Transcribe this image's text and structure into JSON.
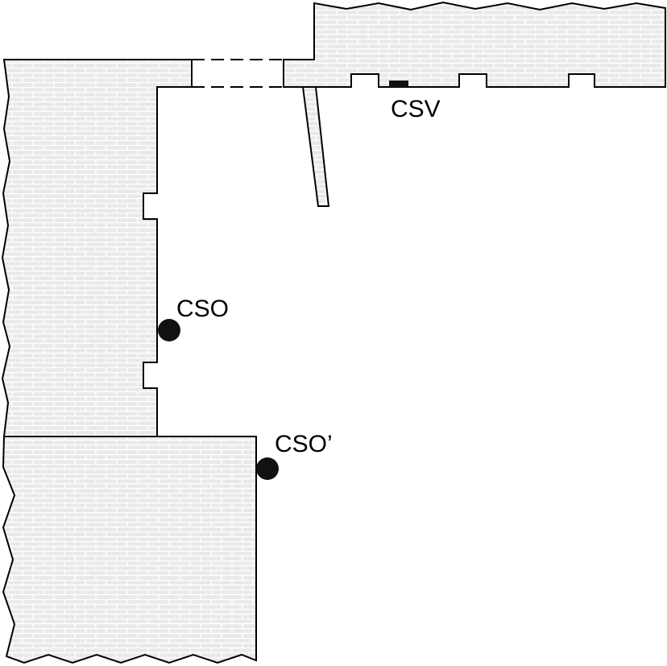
{
  "labels": {
    "csv": "CSV",
    "cso": "CSO",
    "cso_prime": "CSO’"
  },
  "colors": {
    "wall_fill": "#ececec",
    "brick_line": "#ffffff",
    "outline": "#000000",
    "sensor": "#111111",
    "background": "#ffffff"
  }
}
